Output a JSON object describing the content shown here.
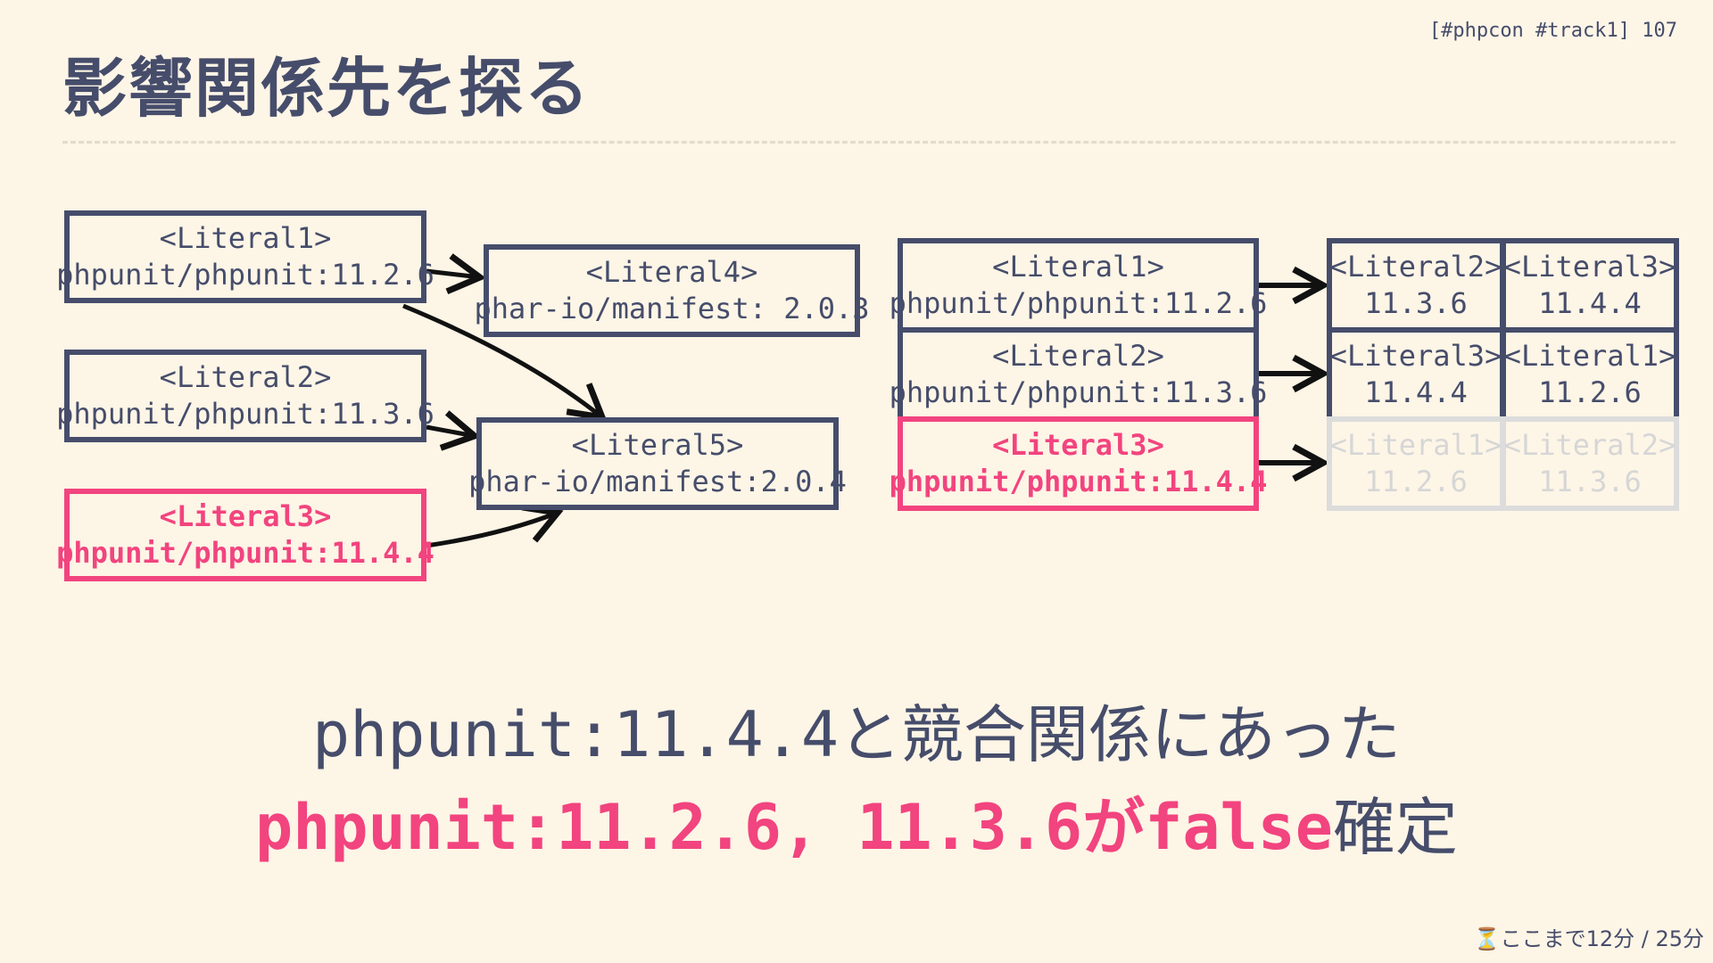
{
  "header": {
    "title": "影響関係先を探る",
    "meta": "[#phpcon #track1] 107"
  },
  "left_diagram": {
    "lit1": {
      "name": "<Literal1>",
      "pkg": "phpunit/phpunit:11.2.6"
    },
    "lit2": {
      "name": "<Literal2>",
      "pkg": "phpunit/phpunit:11.3.6"
    },
    "lit3": {
      "name": "<Literal3>",
      "pkg": "phpunit/phpunit:11.4.4"
    },
    "lit4": {
      "name": "<Literal4>",
      "pkg": "phar-io/manifest: 2.0.3"
    },
    "lit5": {
      "name": "<Literal5>",
      "pkg": "phar-io/manifest:2.0.4"
    }
  },
  "right_diagram": {
    "rows": [
      {
        "name": "<Literal1>",
        "pkg": "phpunit/phpunit:11.2.6",
        "cells": [
          {
            "name": "<Literal2>",
            "ver": "11.3.6"
          },
          {
            "name": "<Literal3>",
            "ver": "11.4.4"
          }
        ]
      },
      {
        "name": "<Literal2>",
        "pkg": "phpunit/phpunit:11.3.6",
        "cells": [
          {
            "name": "<Literal3>",
            "ver": "11.4.4"
          },
          {
            "name": "<Literal1>",
            "ver": "11.2.6"
          }
        ]
      },
      {
        "name": "<Literal3>",
        "pkg": "phpunit/phpunit:11.4.4",
        "cells": [
          {
            "name": "<Literal1>",
            "ver": "11.2.6"
          },
          {
            "name": "<Literal2>",
            "ver": "11.3.6"
          }
        ]
      }
    ]
  },
  "summary": {
    "line1_mono": "phpunit:11.4.4",
    "line1_rest": "と競合関係にあった",
    "line2_pink": "phpunit:11.2.6, 11.3.6が",
    "line2_pink_b": "false",
    "line2_rest": "確定"
  },
  "footer": {
    "timer": "⏳ここまで12分 / 25分"
  },
  "colors": {
    "background": "#fdf5e6",
    "navy": "#464d6b",
    "accent_pink": "#f2447f",
    "faded": "#dcdcdc"
  }
}
